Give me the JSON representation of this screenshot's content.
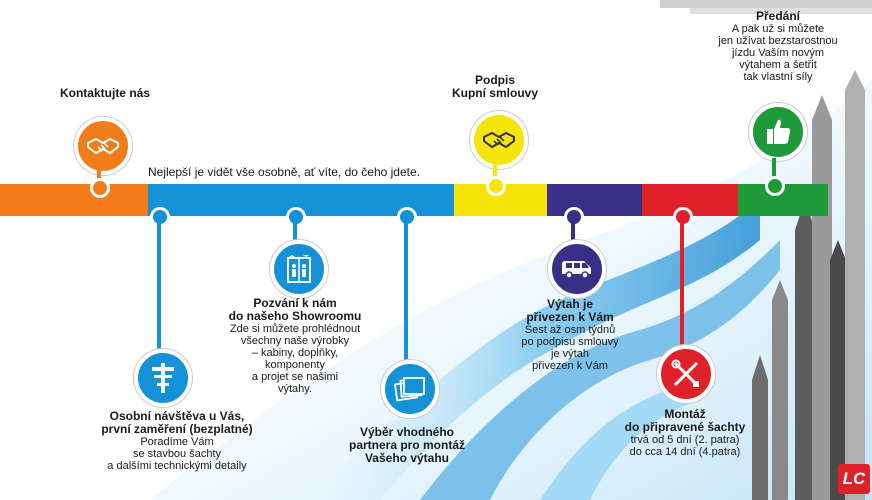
{
  "steps": {
    "contact": {
      "title": "Kontaktujte nás"
    },
    "intro": {
      "text": "Nejlepší je vidět vše osobně, ať víte, do čeho jdete."
    },
    "visit": {
      "title1": "Osobní návštěva u Vás,",
      "title2": "první zaměření (bezplatné)",
      "line1": "Poradíme Vám",
      "line2": "se stavbou šachty",
      "line3": "a dalšími technickými detaily"
    },
    "showroom": {
      "title1": "Pozvání k nám",
      "title2": "do našeho Showroomu",
      "line1": "Zde si můžete prohlédnout",
      "line2": "všechny naše výrobky",
      "line3": "– kabiny, doplňky,",
      "line4": "komponenty",
      "line5": "a projet se našimi",
      "line6": "výtahy."
    },
    "partner": {
      "line1": "Výběr vhodného",
      "line2": "partnera pro montáž",
      "line3": "Vašeho výtahu"
    },
    "contract": {
      "title1": "Podpis",
      "title2": "Kupní smlouvy"
    },
    "delivery": {
      "title1": "Výtah je",
      "title2": "přivezen k Vám",
      "line1": "Šest až osm týdnů",
      "line2": "po podpisu smlouvy",
      "line3": "je výtah",
      "line4": "přivezen k Vám"
    },
    "install": {
      "title1": "Montáž",
      "title2": "do připravené šachty",
      "line1": "trvá od 5 dní  (2. patra)",
      "line2": "do cca 14 dní (4.patra)"
    },
    "handover": {
      "title": "Předání",
      "line1": "A pak už si můžete",
      "line2": "jen užívat bezstarostnou",
      "line3": "jízdu Vaším novým",
      "line4": "výtahem a šetřit",
      "line5": "tak vlastní síly"
    }
  },
  "logo": {
    "text": "LC"
  },
  "colors": {
    "orange": "#f07d1a",
    "blue": "#1591d8",
    "yellow": "#f5e50c",
    "navy": "#3a2f86",
    "red": "#e0212a",
    "green": "#1f9a3a"
  }
}
